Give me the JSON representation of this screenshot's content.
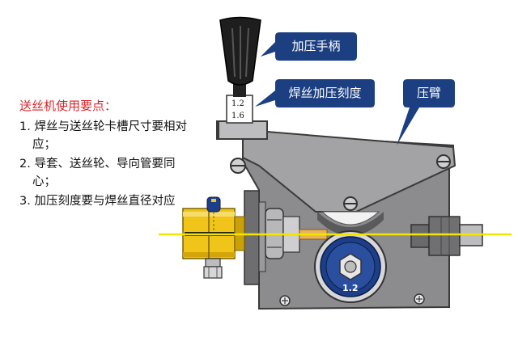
{
  "callouts": {
    "handle": "加压手柄",
    "scale": "焊丝加压刻度",
    "arm": "压臂"
  },
  "scale_marks": [
    "1.2",
    "1.6"
  ],
  "roller_label": "1.2",
  "notes": {
    "title": "送丝机使用要点：",
    "items": [
      "1. 焊丝与送丝轮卡槽尺寸要相对应；",
      "2. 导套、送丝轮、导向管要同心；",
      "3. 加压刻度要与焊丝直径对应"
    ]
  },
  "colors": {
    "callout_bg": "#1c3f82",
    "notes_title": "#d9232a",
    "body_plate": "#8c8c8e",
    "arm_plate": "#9e9ea0",
    "wire": "#f2e600",
    "guide_yellow": "#f0c419",
    "roller_blue": "#1d3f8a"
  }
}
